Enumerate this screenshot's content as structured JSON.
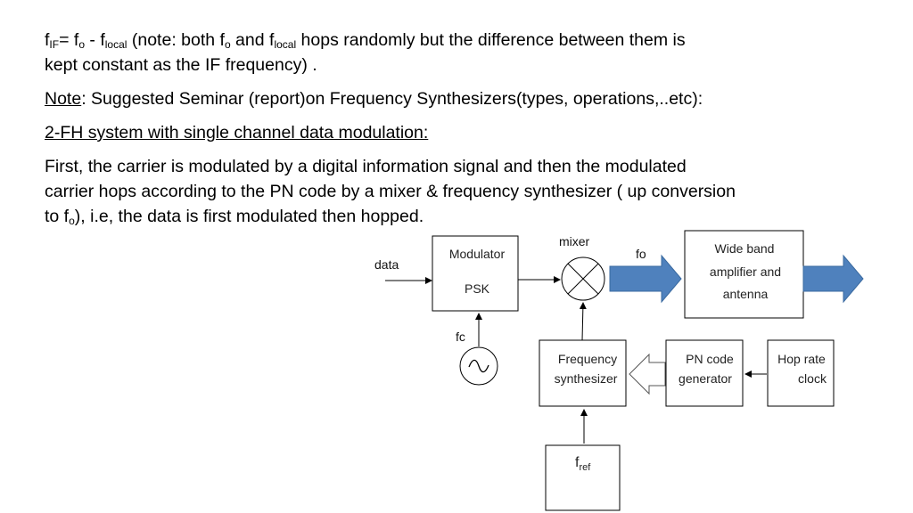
{
  "text": {
    "line1": {
      "f1": "f",
      "sub_if": "IF",
      "eq": "= f",
      "sub_o1": "o",
      "minus": " - f",
      "sub_local1": "local",
      "note_a": " (note: both f",
      "sub_o2": "o",
      "and": " and f",
      "sub_local2": "local",
      "rest": " hops randomly but the difference between them is"
    },
    "line2": "kept constant as the IF frequency) .",
    "note_label": "Note",
    "note_text": ": Suggested Seminar (report)on Frequency Synthesizers(types, operations,..etc):",
    "heading": "2-FH system with single channel data modulation:",
    "para_line1": "First, the carrier is modulated by a digital information signal and then the modulated",
    "para_line2": "carrier hops according to the PN code by a mixer & frequency synthesizer ( up conversion",
    "para_line3_a": "to f",
    "para_line3_sub": "o",
    "para_line3_b": "), i.e, the data is first modulated then hopped."
  },
  "diagram": {
    "labels": {
      "mixer": "mixer",
      "fo": "fo",
      "data": "data",
      "fc": "fc",
      "fref_main": "f",
      "fref_sub": "ref"
    },
    "boxes": {
      "modulator_line1": "Modulator",
      "modulator_line2": "PSK",
      "amplifier_line1": "Wide band",
      "amplifier_line2": "amplifier and",
      "amplifier_line3": "antenna",
      "synth_line1": "Frequency",
      "synth_line2": "synthesizer",
      "pn_line1": "PN code",
      "pn_line2": "generator",
      "hop_line1": "Hop rate",
      "hop_line2": "clock"
    },
    "colors": {
      "arrow_fill": "#4f81bd",
      "arrow_stroke": "#3a6aa0",
      "line": "#000000"
    }
  }
}
